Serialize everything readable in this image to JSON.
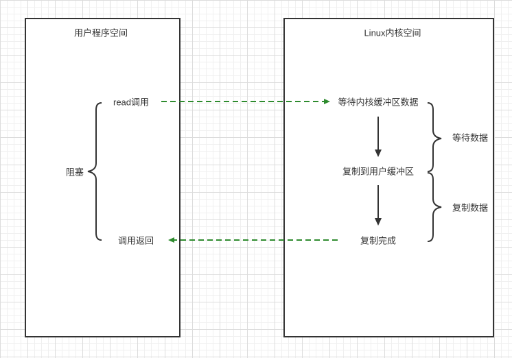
{
  "panels": {
    "user": {
      "title": "用户程序空间"
    },
    "kernel": {
      "title": "Linux内核空间"
    }
  },
  "user_labels": {
    "read_call": "read调用",
    "blocked": "阻塞",
    "call_return": "调用返回"
  },
  "kernel_labels": {
    "wait_buffer": "等待内核缓冲区数据",
    "copy_to_user": "复制到用户缓冲区",
    "copy_done": "复制完成"
  },
  "phase_labels": {
    "wait_data": "等待数据",
    "copy_data": "复制数据"
  },
  "colors": {
    "dashed_arrow": "#2e8b2e",
    "solid_arrow": "#333333",
    "border": "#333333"
  }
}
